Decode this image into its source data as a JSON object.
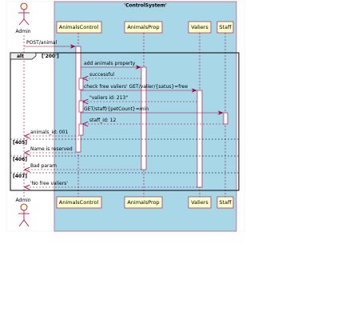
{
  "diagram": {
    "box_title": "'ControlSystem'",
    "actor": {
      "name": "Admin"
    },
    "participants": [
      {
        "id": "ac",
        "label": "AnimalsControl"
      },
      {
        "id": "ap",
        "label": "AnimalsProp"
      },
      {
        "id": "va",
        "label": "Valiers"
      },
      {
        "id": "st",
        "label": "Staff"
      }
    ],
    "alt_fragment": {
      "keyword": "alt",
      "guards": [
        "['200']",
        "[405]",
        "[406]",
        "[407]"
      ]
    },
    "messages": [
      {
        "from": "admin",
        "to": "ac",
        "text": "POST/animal",
        "style": "solid"
      },
      {
        "from": "ac",
        "to": "ap",
        "text": "add animals property",
        "style": "solid"
      },
      {
        "from": "ap",
        "to": "ac",
        "text": "successful",
        "style": "dashed"
      },
      {
        "from": "ac",
        "to": "va",
        "text": "check free valiers' GET/valier/{satus}=free",
        "style": "solid"
      },
      {
        "from": "va",
        "to": "ac",
        "text": "\"valiers id: 213\"",
        "style": "dashed"
      },
      {
        "from": "ac",
        "to": "st",
        "text": "GET/staff/{petCount}=min",
        "style": "solid"
      },
      {
        "from": "st",
        "to": "ac",
        "text": "staff_id: 12",
        "style": "dashed"
      },
      {
        "from": "ac",
        "to": "admin",
        "text": "animals_id: 001",
        "style": "dashed"
      },
      {
        "from": "ac",
        "to": "admin",
        "text": "Name is reserved",
        "style": "dashed"
      },
      {
        "from": "ap",
        "to": "admin",
        "text": "Bad param",
        "style": "dashed"
      },
      {
        "from": "va",
        "to": "admin",
        "text": "'No free valiers'",
        "style": "dashed"
      }
    ],
    "colors": {
      "box_fill": "#a8d8e8",
      "box_border": "#b5608c",
      "participant_fill": "#fefece",
      "line": "#a80036",
      "text": "#000000"
    }
  }
}
